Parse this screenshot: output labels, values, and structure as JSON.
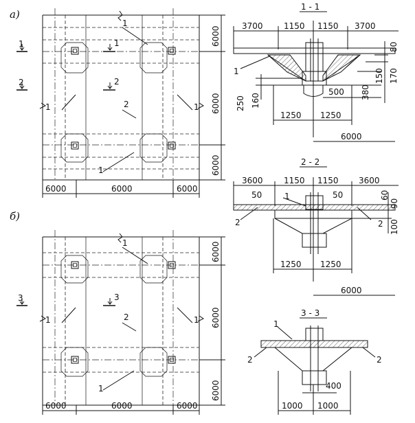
{
  "part_a": {
    "label": "а)",
    "plan": {
      "dim_bottom": [
        "6000",
        "6000",
        "6000"
      ],
      "dim_right": [
        "6000",
        "6000",
        "6000"
      ],
      "callouts": [
        "1",
        "1",
        "1",
        "1",
        "2"
      ],
      "section_marks": [
        {
          "num": "1",
          "tag": "1"
        },
        {
          "num": "2",
          "tag": "2"
        }
      ]
    },
    "section_1": {
      "title": "1 - 1",
      "dims_top": [
        "3700",
        "1150",
        "1150",
        "3700"
      ],
      "dims_right": [
        "80",
        "170",
        "150",
        "380"
      ],
      "dims_left": [
        "250",
        "160"
      ],
      "dim_500": "500",
      "dims_bottom": [
        "1250",
        "1250"
      ],
      "dim_span": "6000",
      "callout": "1"
    },
    "section_2": {
      "title": "2 - 2",
      "dims_top": [
        "3600",
        "1150",
        "1150",
        "3600"
      ],
      "dims_small": [
        "50",
        "50"
      ],
      "dims_right": [
        "60",
        "90",
        "100"
      ],
      "dims_bottom": [
        "1250",
        "1250"
      ],
      "dim_span": "6000",
      "callouts": [
        "1",
        "2",
        "2"
      ]
    }
  },
  "part_b": {
    "label": "б)",
    "plan": {
      "dim_bottom": [
        "6000",
        "6000",
        "6000"
      ],
      "dim_right": [
        "6000",
        "6000",
        "6000"
      ],
      "callouts": [
        "1",
        "1",
        "1",
        "1",
        "2"
      ],
      "section_mark": {
        "num": "3",
        "tag": "3"
      }
    },
    "section_3": {
      "title": "3 - 3",
      "dim_400": "400",
      "dims_bottom": [
        "1000",
        "1000"
      ],
      "callouts": [
        "1",
        "2",
        "2"
      ]
    }
  }
}
